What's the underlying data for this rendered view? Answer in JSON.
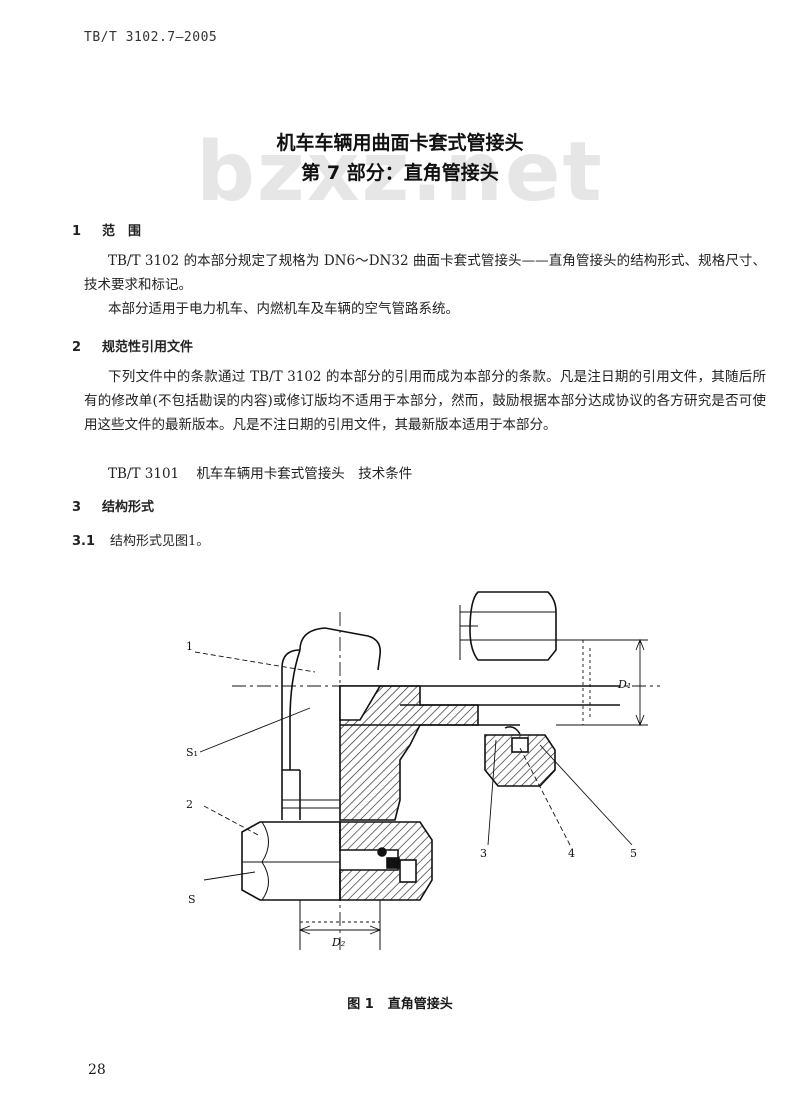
{
  "header": {
    "standard_code": "TB/T 3102.7—2005"
  },
  "watermark": "bzxz.net",
  "title": {
    "line1": "机车车辆用曲面卡套式管接头",
    "line2": "第 7 部分：直角管接头"
  },
  "sections": {
    "s1": {
      "num": "1",
      "heading": "范　围",
      "para1": "TB/T 3102 的本部分规定了规格为 DN6～DN32 曲面卡套式管接头——直角管接头的结构形式、规格尺寸、技术要求和标记。",
      "para2": "本部分适用于电力机车、内燃机车及车辆的空气管路系统。"
    },
    "s2": {
      "num": "2",
      "heading": "规范性引用文件",
      "para1": "下列文件中的条款通过 TB/T 3102 的本部分的引用而成为本部分的条款。凡是注日期的引用文件，其随后所有的修改单(不包括勘误的内容)或修订版均不适用于本部分，然而，鼓励根据本部分达成协议的各方研究是否可使用这些文件的最新版本。凡是不注日期的引用文件，其最新版本适用于本部分。",
      "ref_code": "TB/T 3101",
      "ref_title": "机车车辆用卡套式管接头　技术条件"
    },
    "s3": {
      "num": "3",
      "heading": "结构形式",
      "sub_num": "3.1",
      "sub_text": "结构形式见图1。"
    }
  },
  "figure": {
    "labels": {
      "l1": "1",
      "l2": "2",
      "l3": "3",
      "l4": "4",
      "l5": "5",
      "s1": "S₁",
      "s": "S",
      "d1": "D₁",
      "d2": "D₂"
    },
    "caption_num": "图 1",
    "caption_text": "直角管接头"
  },
  "page_number": "28"
}
